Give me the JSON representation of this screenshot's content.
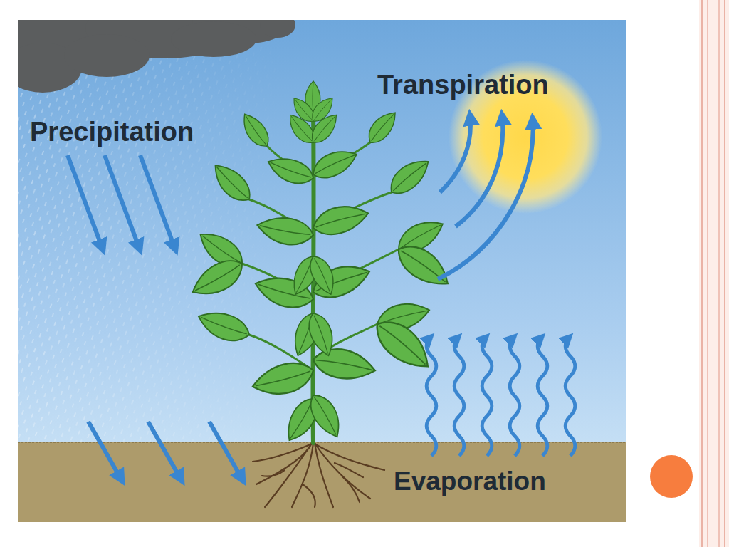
{
  "diagram": {
    "labels": [
      "Transpiration",
      "Precipitation",
      "Evaporation"
    ]
  }
}
